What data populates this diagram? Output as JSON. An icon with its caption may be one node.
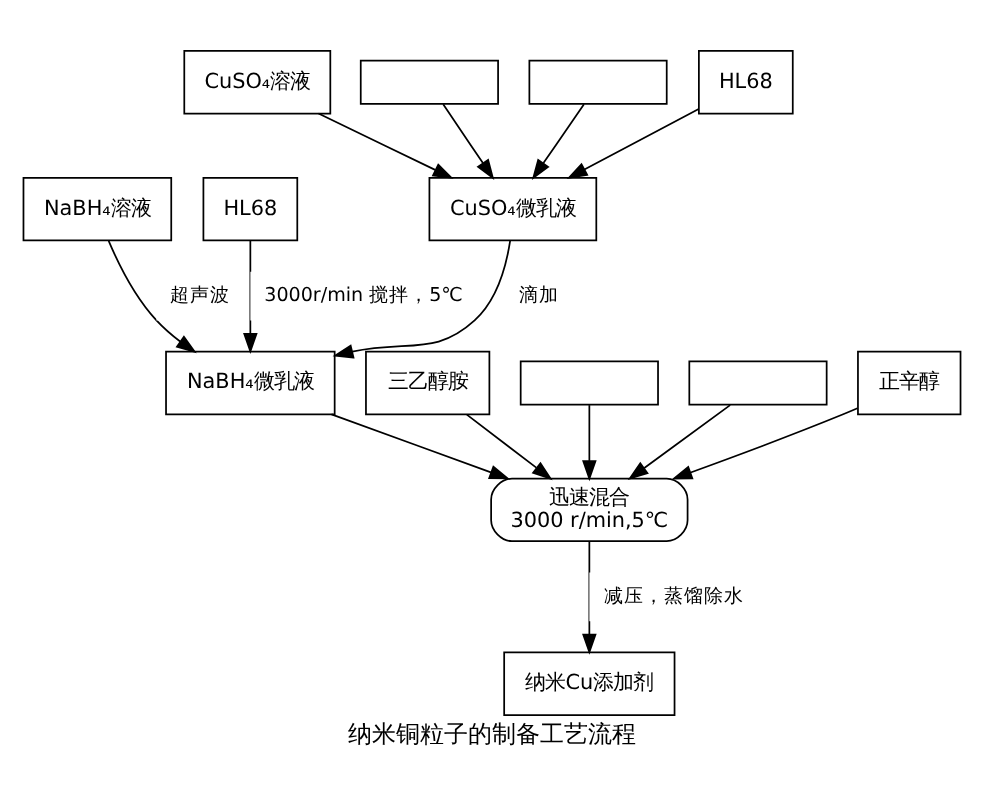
{
  "diagram": {
    "title": "纳米铜粒子的制备工艺流程",
    "nodes": [
      {
        "text": [
          "NaBH₄溶液"
        ]
      },
      {
        "text": [
          "HL68"
        ]
      },
      {
        "text": [
          "CuSO₄溶液"
        ]
      },
      {
        "text": [],
        "shape": "box"
      },
      {
        "text": [],
        "shape": "box"
      },
      {
        "text": [
          "HL68"
        ]
      },
      {
        "text": [
          "CuSO₄微乳液"
        ]
      },
      {
        "text": [
          "NaBH₄微乳液"
        ]
      },
      {
        "text": [
          "三乙醇胺"
        ]
      },
      {
        "text": [],
        "shape": "box"
      },
      {
        "text": [],
        "shape": "box"
      },
      {
        "text": [
          "正辛醇"
        ]
      },
      {
        "text": [
          "迅速混合",
          "3000 r/min,5℃"
        ]
      },
      {
        "text": [
          "纳米Cu添加剂"
        ]
      }
    ],
    "edges": [
      {
        "from": 2,
        "to": 6,
        "arrow": "to"
      },
      {
        "from": 3,
        "to": 6,
        "arrow": "to"
      },
      {
        "from": 4,
        "to": 6,
        "arrow": "to"
      },
      {
        "from": 5,
        "to": 6,
        "arrow": "to"
      },
      {
        "from": 6,
        "to": 7,
        "arrow": "to",
        "label": "滴加"
      },
      {
        "from": 0,
        "to": 7,
        "arrow": "to",
        "label": "超声波"
      },
      {
        "from": 1,
        "to": 7,
        "arrow": "to",
        "label": "3000r/min 搅拌，5℃"
      },
      {
        "from": 7,
        "to": 12,
        "arrow": "to"
      },
      {
        "from": 8,
        "to": 12,
        "arrow": "to"
      },
      {
        "from": 9,
        "to": 12,
        "arrow": "to"
      },
      {
        "from": 10,
        "to": 12,
        "arrow": "to"
      },
      {
        "from": 11,
        "to": 12,
        "arrow": "to"
      },
      {
        "from": 12,
        "to": 13,
        "arrow": "to",
        "label": "减压，蒸馏除水"
      }
    ]
  }
}
